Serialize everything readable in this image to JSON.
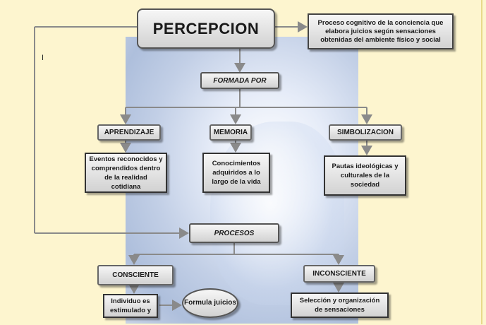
{
  "title": "PERCEPCION",
  "definition": "Proceso cognitivo de la conciencia que elabora juicios según sensaciones obtenidas del ambiente físico y social",
  "cursor_mark": "I",
  "formada_por": "FORMADA POR",
  "branches": [
    {
      "label": "APRENDIZAJE",
      "text": "Eventos reconocidos y comprendidos dentro de la realidad cotidiana"
    },
    {
      "label": "MEMORIA",
      "text": "Conocimientos adquiridos a lo largo de la vida"
    },
    {
      "label": "SIMBOLIZACION",
      "text": "Pautas ideológicas y culturales de la sociedad"
    }
  ],
  "procesos": "PROCESOS",
  "processes": [
    {
      "label": "CONSCIENTE",
      "text": "Individuo es estimulado y"
    },
    {
      "label": "INCONSCIENTE",
      "text": "Selección y organización de sensaciones"
    }
  ],
  "formula": "Formula juicios",
  "colors": {
    "background": "#fdf5cf",
    "box_border": "#555555",
    "line": "#8a8a8a"
  }
}
